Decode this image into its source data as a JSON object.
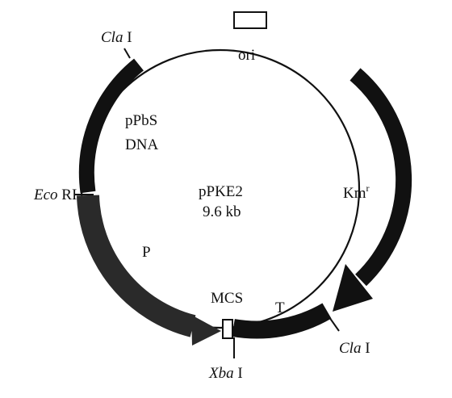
{
  "plasmid": {
    "name": "pPKE2",
    "size": "9.6 kb"
  },
  "labels": {
    "ori": "ori",
    "insert_line1": "pPbS",
    "insert_line2": "DNA",
    "kanamycin_base": "Km",
    "kanamycin_sup": "r",
    "promoter": "P",
    "terminator": "T",
    "mcs": "MCS"
  },
  "sites": {
    "cla_top": {
      "italic": "Cla",
      "roman": " I"
    },
    "eco": {
      "italic": "Eco",
      "roman": " RI"
    },
    "cla_bottom": {
      "italic": "Cla",
      "roman": " I"
    },
    "xba": {
      "italic": "Xba",
      "roman": " I"
    }
  },
  "colors": {
    "ink": "#111111",
    "promoter": "#2a2a2a",
    "background": "#ffffff"
  }
}
